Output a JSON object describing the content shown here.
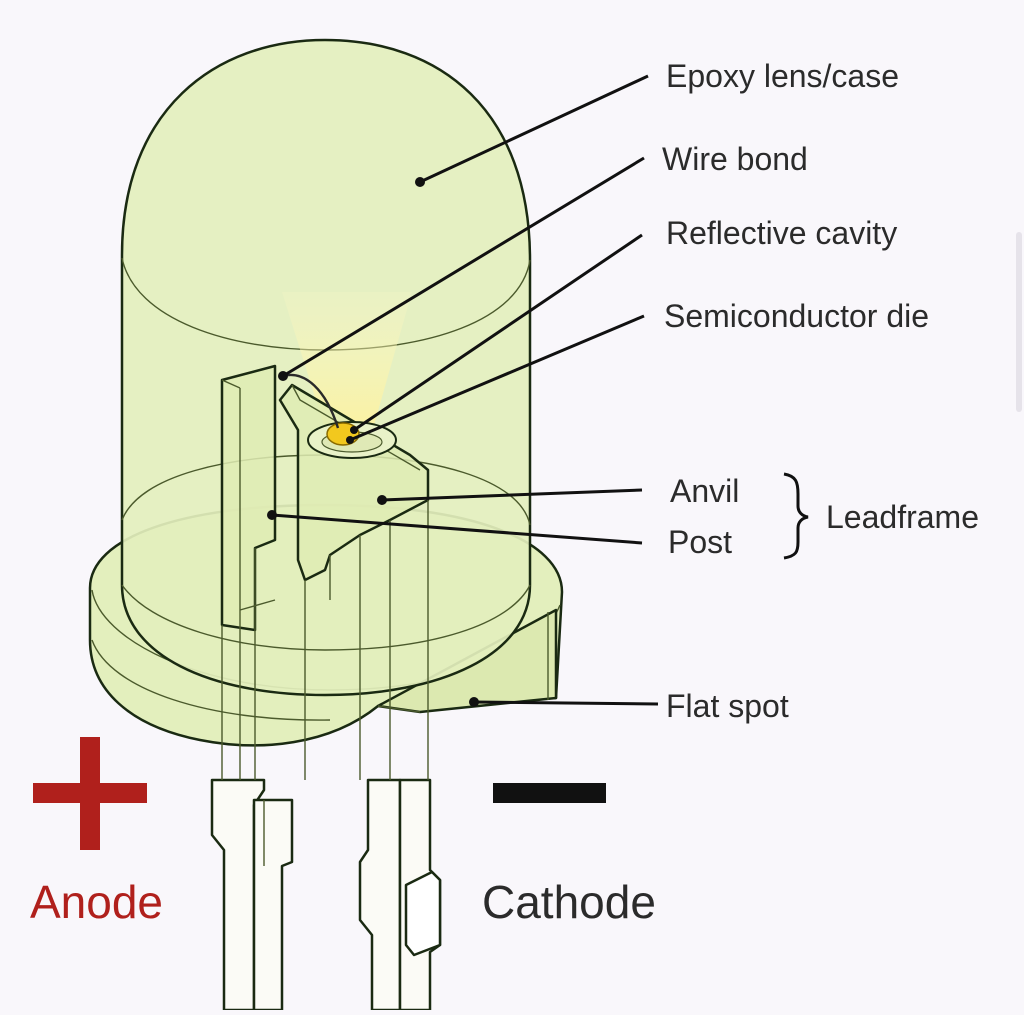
{
  "diagram": {
    "labels": {
      "epoxy": "Epoxy lens/case",
      "wire_bond": "Wire bond",
      "reflective_cavity": "Reflective cavity",
      "semiconductor_die": "Semiconductor die",
      "anvil": "Anvil",
      "post": "Post",
      "leadframe": "Leadframe",
      "flat_spot": "Flat spot",
      "anode": "Anode",
      "cathode": "Cathode"
    },
    "colors": {
      "lens_fill": "#e3efbd",
      "lens_fill_dark": "#d6e6a6",
      "glow": "#fff2a0",
      "die": "#f2c81e",
      "anode": "#b0201c",
      "cathode": "#111111",
      "text": "#2b2b2b",
      "background": "#f9f7fb"
    }
  }
}
